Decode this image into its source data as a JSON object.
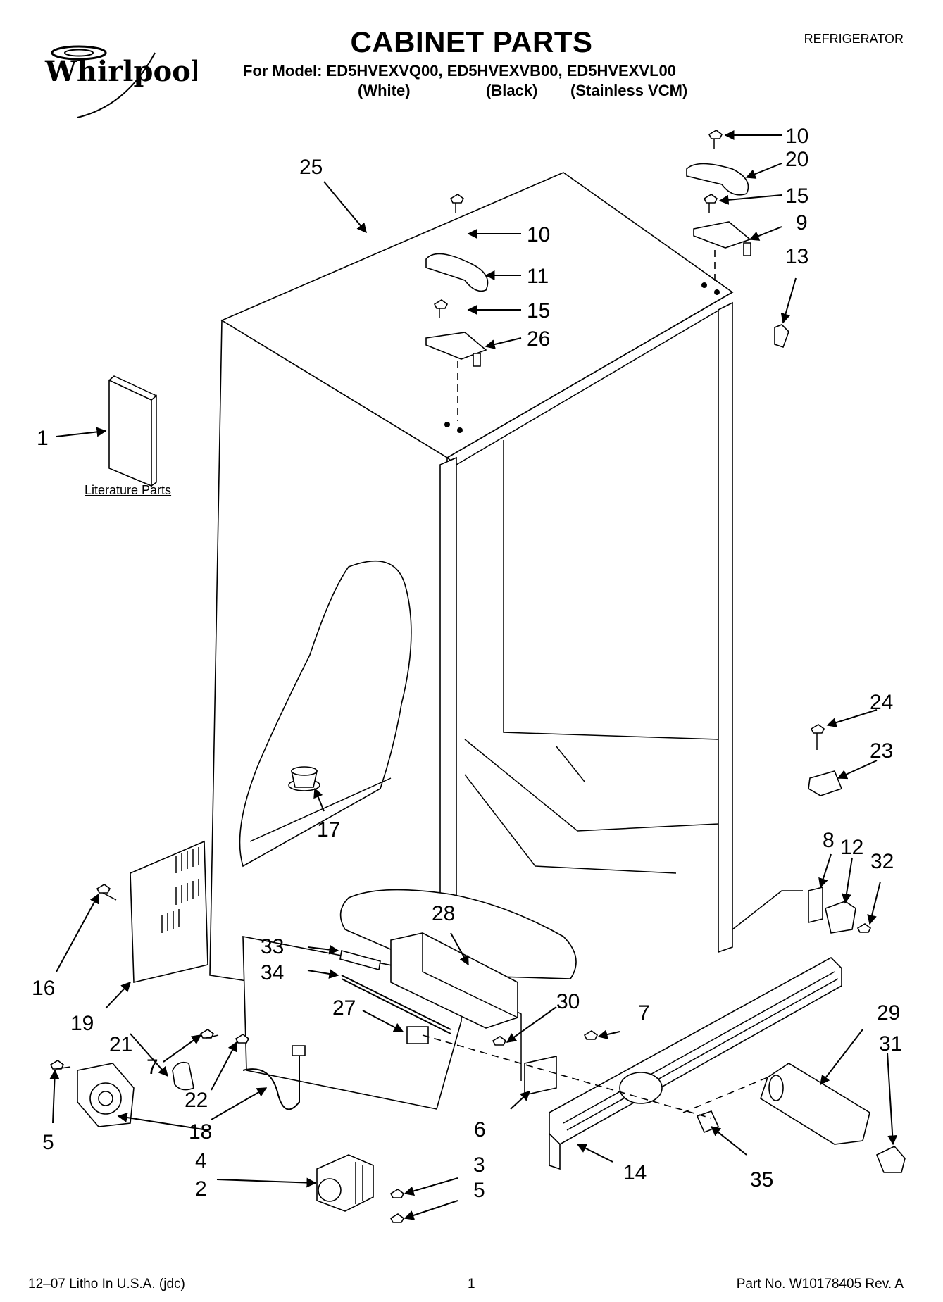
{
  "brand": "Whirlpool",
  "category": "REFRIGERATOR",
  "title": "CABINET PARTS",
  "model_line": "For Model: ED5HVEXVQ00, ED5HVEXVB00, ED5HVEXVL00",
  "colors": [
    "(White)",
    "(Black)",
    "(Stainless VCM)"
  ],
  "literature_label": "Literature Parts",
  "callouts": {
    "c1": "1",
    "c2": "2",
    "c3": "3",
    "c4": "4",
    "c5a": "5",
    "c5b": "5",
    "c6": "6",
    "c7a": "7",
    "c7b": "7",
    "c8": "8",
    "c9": "9",
    "c10a": "10",
    "c10b": "10",
    "c11": "11",
    "c12": "12",
    "c13": "13",
    "c14": "14",
    "c15a": "15",
    "c15b": "15",
    "c16": "16",
    "c17": "17",
    "c18": "18",
    "c19": "19",
    "c20": "20",
    "c21": "21",
    "c22": "22",
    "c23": "23",
    "c24": "24",
    "c25": "25",
    "c26": "26",
    "c27": "27",
    "c28": "28",
    "c29": "29",
    "c30": "30",
    "c31": "31",
    "c32": "32",
    "c33": "33",
    "c34": "34",
    "c35": "35"
  },
  "footer": {
    "left": "12–07 Litho In U.S.A. (jdc)",
    "page": "1",
    "part_no": "Part No. W10178405 Rev. A"
  }
}
